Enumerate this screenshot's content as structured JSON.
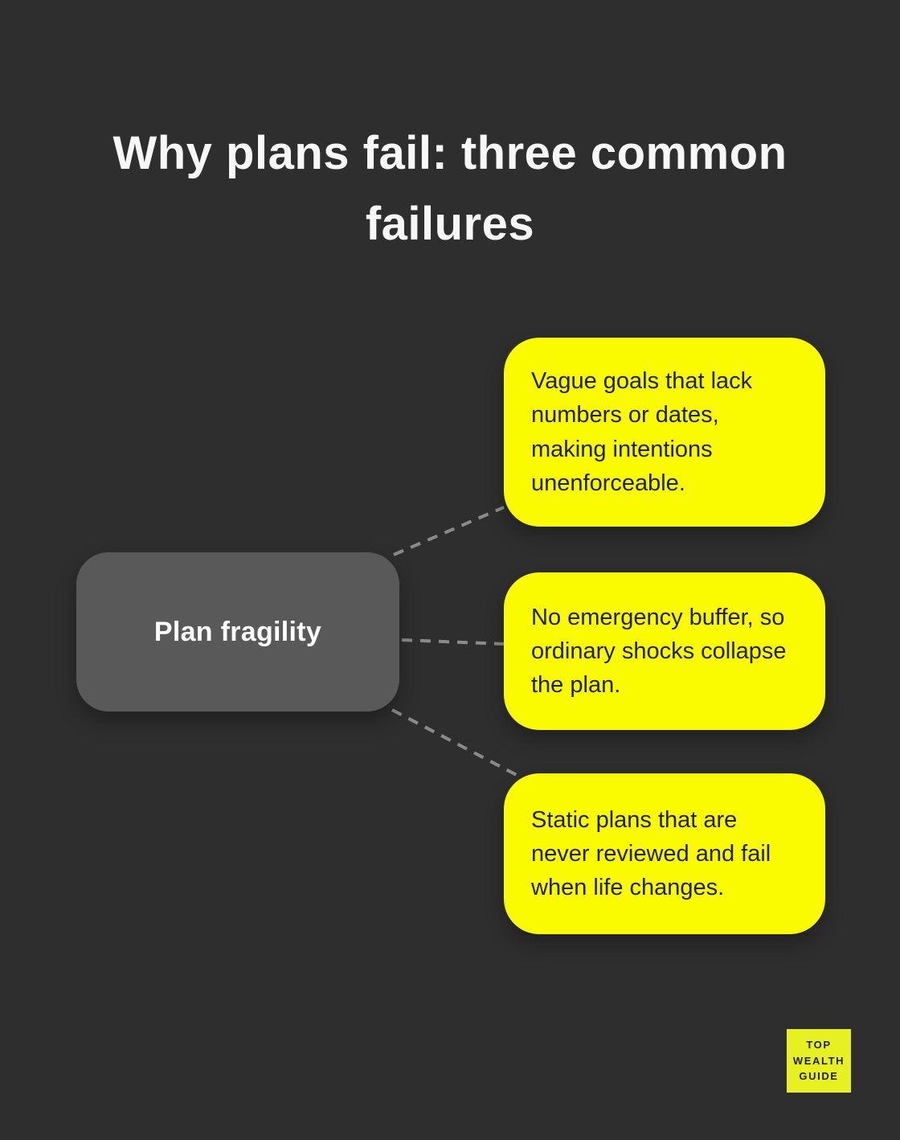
{
  "title": "Why plans fail: three common failures",
  "center_node": {
    "label": "Plan fragility"
  },
  "cards": [
    {
      "text": "Vague goals that lack numbers or dates, making intentions unenforceable."
    },
    {
      "text": "No emergency buffer, so ordinary shocks collapse the plan."
    },
    {
      "text": "Static plans that are never reviewed and fail when life changes."
    }
  ],
  "logo": {
    "line1": "TOP",
    "line2": "WEALTH",
    "line3": "GUIDE"
  },
  "colors": {
    "background": "#2E2E2E",
    "card_yellow": "#FAFA00",
    "node_gray": "#595959",
    "connector_gray": "#8A8A8A",
    "title_text": "#F7F7F7",
    "card_text": "#1F1F1F",
    "logo_background": "#E7F121",
    "logo_text": "#1E1E1E"
  }
}
